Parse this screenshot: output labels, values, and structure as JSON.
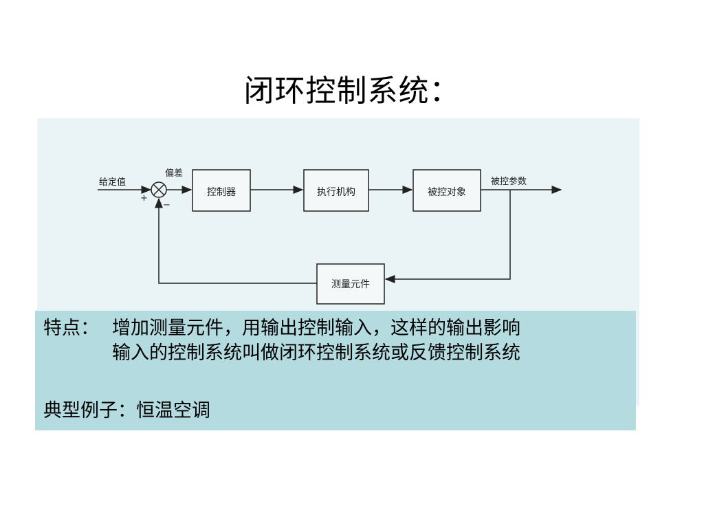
{
  "title": "闭环控制系统：",
  "diagram": {
    "input_label": "给定值",
    "error_label": "偏差",
    "plus_sign": "+",
    "minus_sign": "−",
    "controller": "控制器",
    "actuator": "执行机构",
    "plant": "被控对象",
    "output_label": "被控参数",
    "sensor": "测量元件"
  },
  "notes": {
    "feature_label": "特点：",
    "feature_lines": [
      "增加测量元件，用输出控制输入，这样的输出影响",
      "输入的控制系统叫做闭环控制系统或反馈控制系统"
    ],
    "example_label": "典型例子：",
    "example_text": "恒温空调"
  }
}
